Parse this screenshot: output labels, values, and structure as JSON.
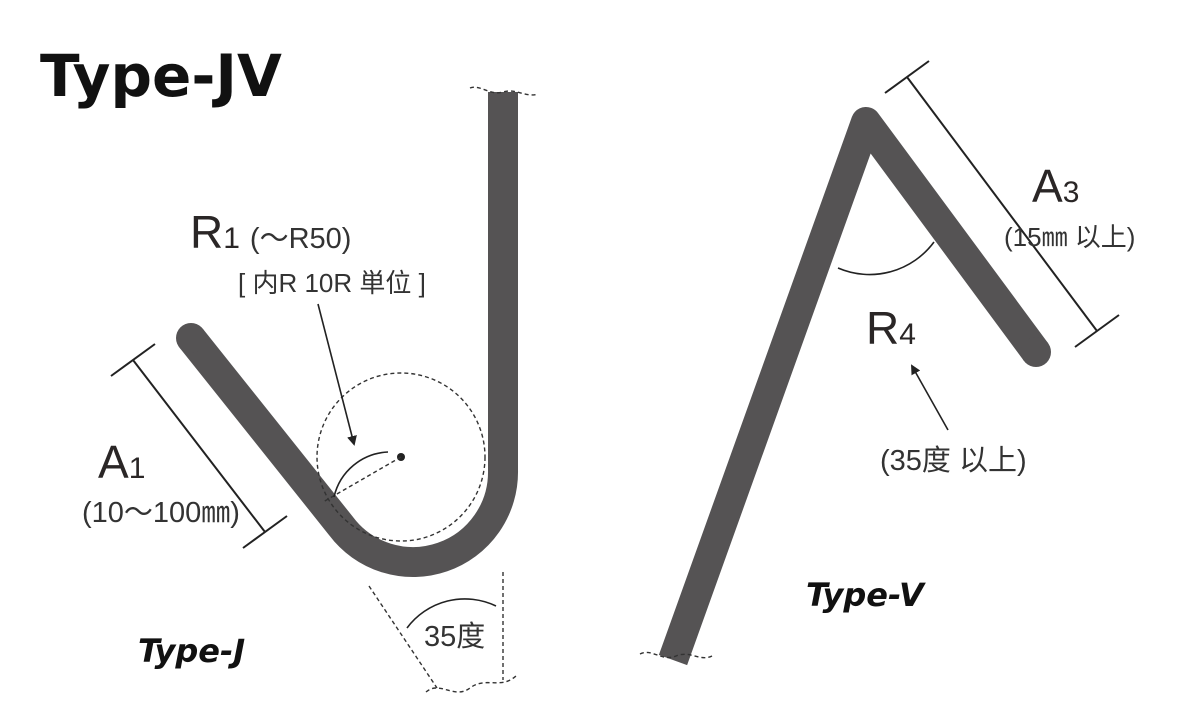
{
  "title": "Type-JV",
  "type_j": {
    "label": "Type-J",
    "r1": {
      "name": "R",
      "sub": "1",
      "range": "(～R50)",
      "note": "[ 内R  10R 単位 ]"
    },
    "a1": {
      "name": "A",
      "sub": "1",
      "range": "(10～100㎜)"
    },
    "angle": "35度"
  },
  "type_v": {
    "label": "Type-V",
    "a3": {
      "name": "A",
      "sub": "3",
      "range": "(15㎜ 以上)"
    },
    "r4": {
      "name": "R",
      "sub": "4",
      "range": "(35度 以上)"
    }
  },
  "colors": {
    "bar": "#555354",
    "line": "#222222",
    "text": "#2a2626"
  }
}
